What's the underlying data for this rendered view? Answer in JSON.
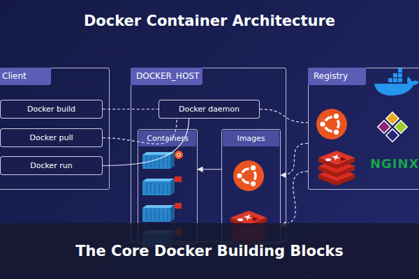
{
  "diagram": {
    "title": "Docker Container Architecture",
    "caption": "The Core Docker Building Blocks",
    "nodes": [
      {
        "text": [
          "Client"
        ]
      },
      {
        "text": [
          "Docker build"
        ],
        "in": 0
      },
      {
        "text": [
          "Docker pull"
        ],
        "in": 0
      },
      {
        "text": [
          "Docker run"
        ],
        "in": 0
      },
      {
        "text": [
          "DOCKER_HOST"
        ]
      },
      {
        "text": [
          "Docker daemon"
        ],
        "in": 4
      },
      {
        "text": [
          "Containers"
        ],
        "in": 4
      },
      {
        "text": [
          "Images"
        ],
        "in": 4
      },
      {
        "text": [
          "Registry"
        ]
      }
    ],
    "edges": [
      {
        "from": 1,
        "to": 5,
        "arrow": "none"
      },
      {
        "from": 2,
        "to": 5,
        "arrow": "none"
      },
      {
        "from": 3,
        "to": 5,
        "arrow": "none"
      },
      {
        "from": 5,
        "to": 8,
        "arrow": "none"
      },
      {
        "from": 8,
        "to": 7,
        "arrow": "to"
      },
      {
        "from": 8,
        "to": 7,
        "arrow": "to"
      },
      {
        "from": 7,
        "to": 6,
        "arrow": "to"
      }
    ],
    "labels": [
      "NGINX"
    ]
  }
}
